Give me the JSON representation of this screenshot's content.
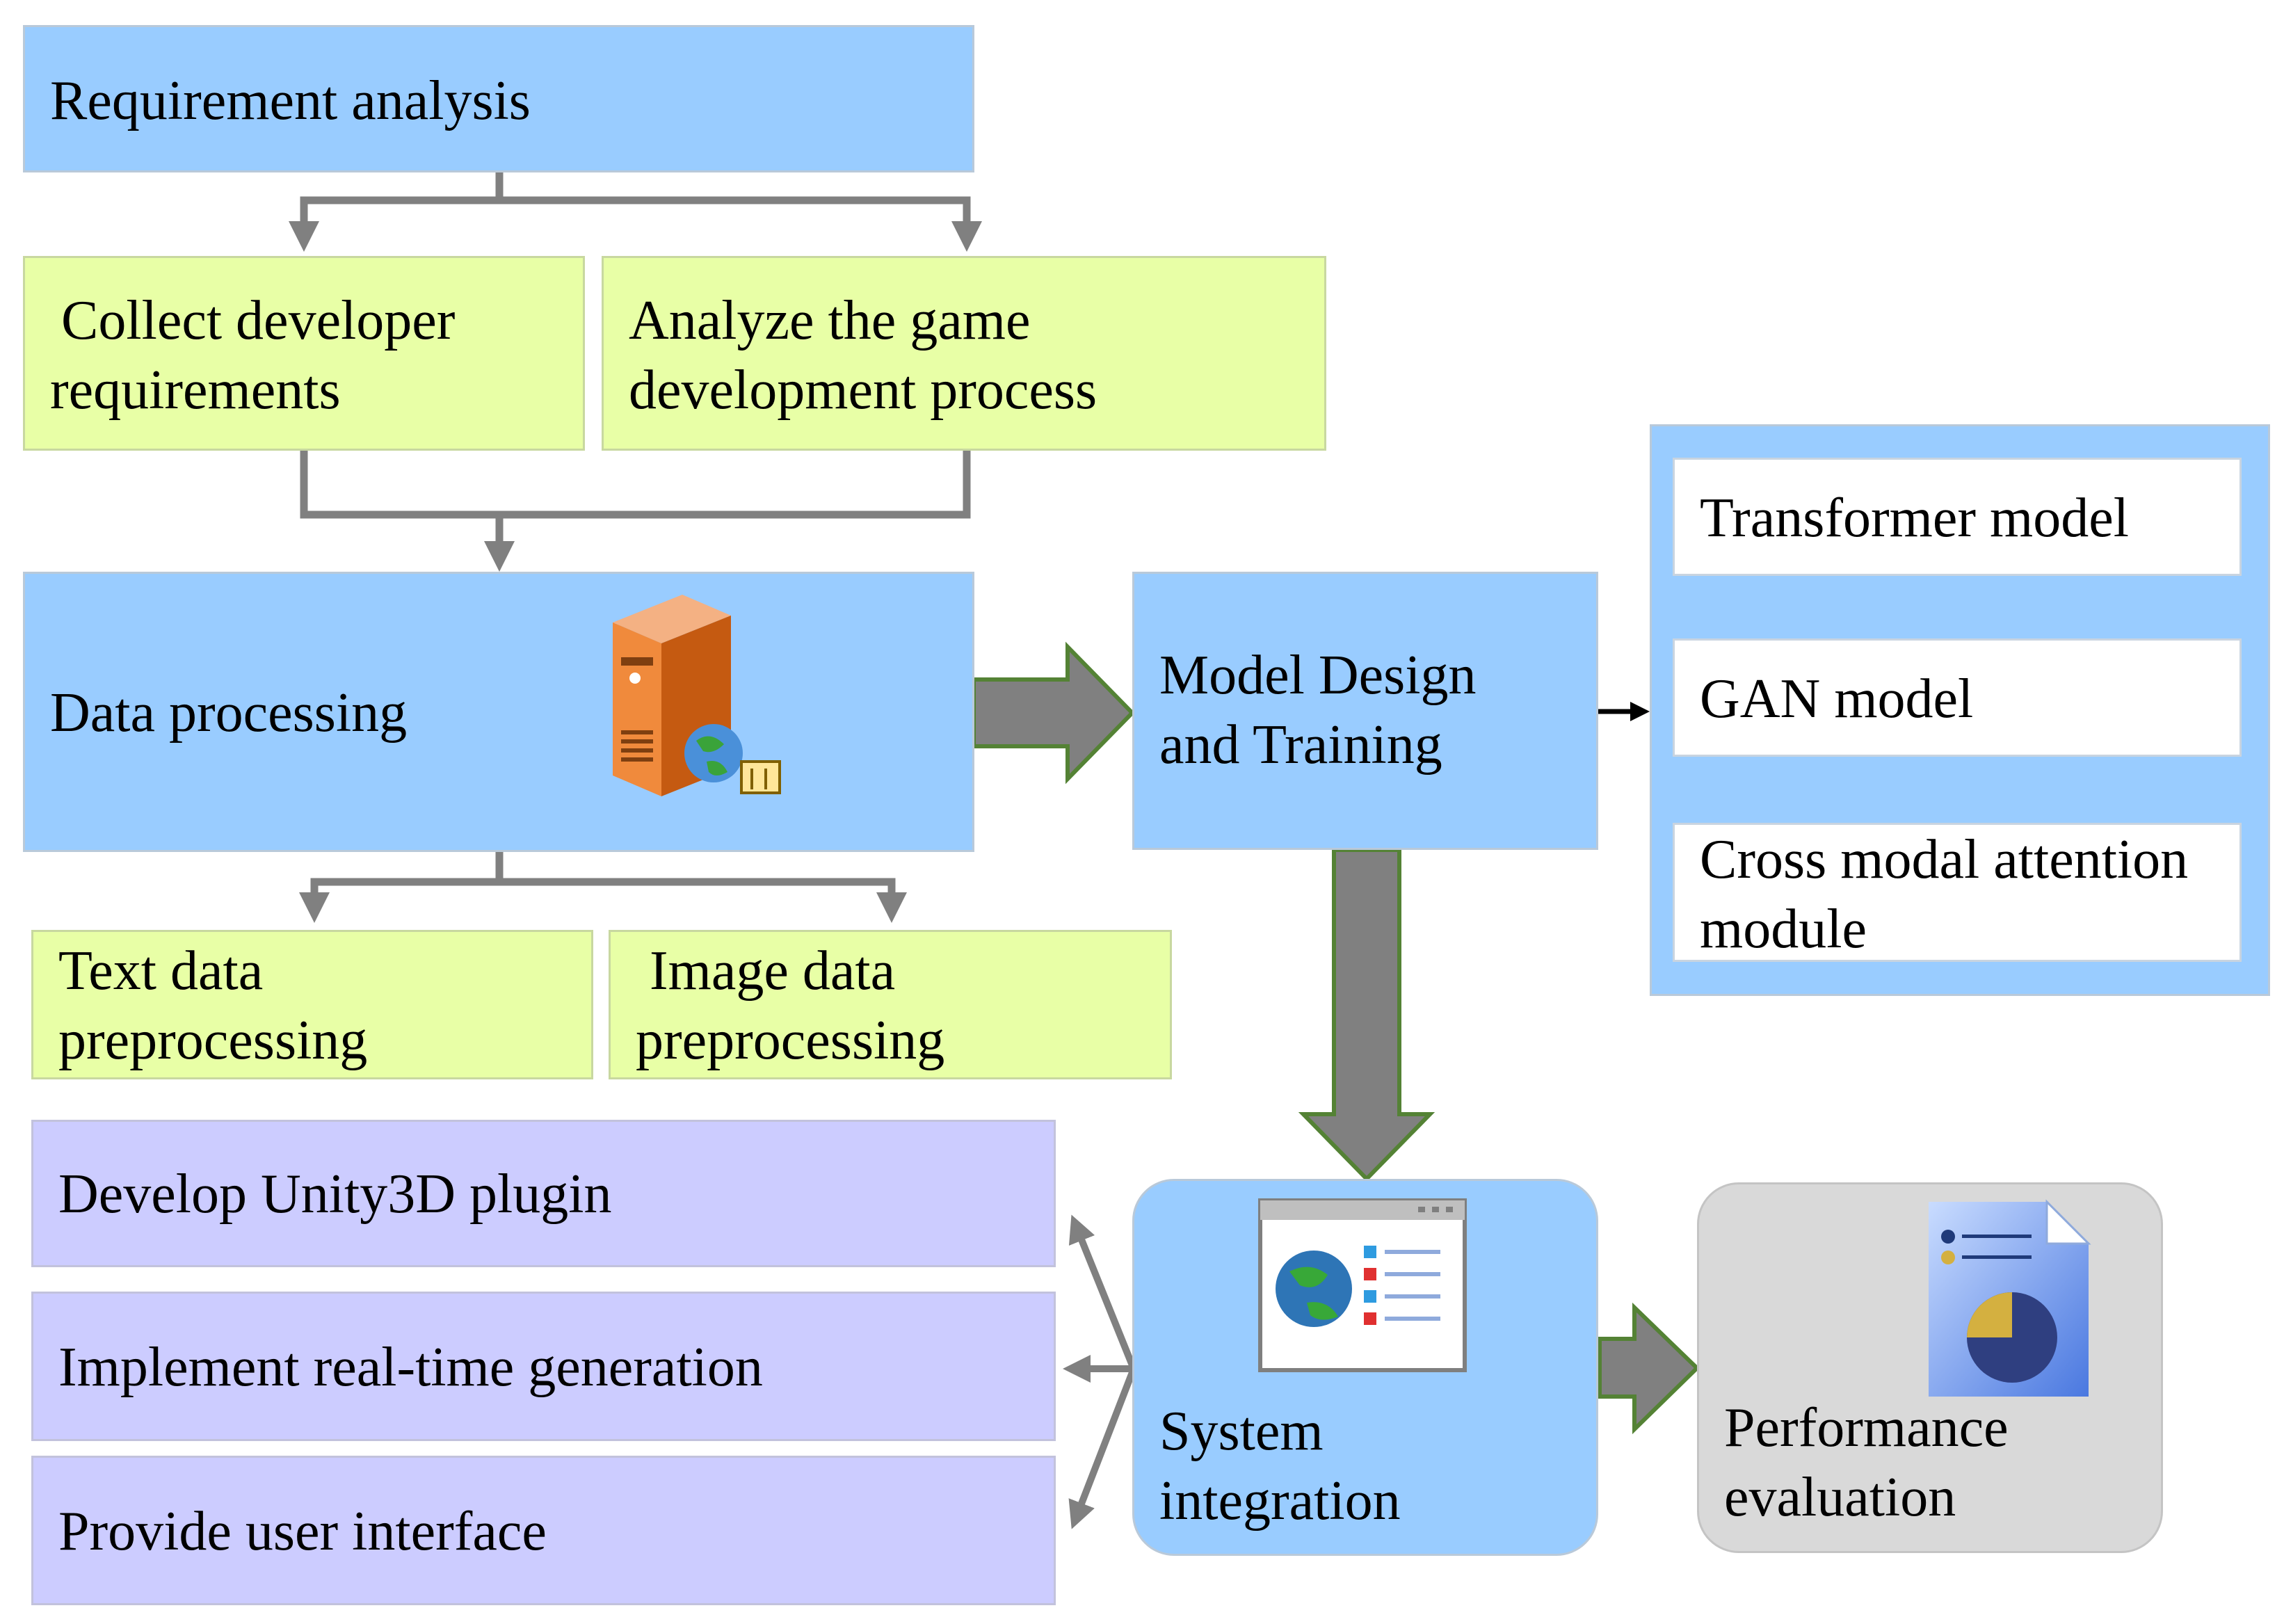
{
  "nodes": {
    "requirement": "Requirement analysis",
    "collect_line1": "Collect developer",
    "collect_line2": "requirements",
    "analyze_line1": "Analyze the game",
    "analyze_line2": "development process",
    "data_processing": "Data processing",
    "model_line1": "Model Design",
    "model_line2": "and Training",
    "transformer": "Transformer model",
    "gan": "GAN model",
    "cross_line1": "Cross modal attention",
    "cross_line2": "module",
    "text_line1": "Text data",
    "text_line2": "preprocessing",
    "image_line1": "Image data",
    "image_line2": "preprocessing",
    "unity": "Develop Unity3D plugin",
    "realtime": "Implement real-time generation",
    "ui": "Provide user interface",
    "system_line1": "System",
    "system_line2": "integration",
    "perf_line1": "Performance",
    "perf_line2": "evaluation"
  },
  "icons": {
    "data_processing": "server-globe-icon",
    "system_integration": "browser-window-globe-icon",
    "performance_evaluation": "report-pie-chart-icon"
  },
  "colors": {
    "blue_box": "#99ccff",
    "green_box": "#e8ffa6",
    "violet_box": "#ccccff",
    "white_box": "#ffffff",
    "gray_box": "#d9d9d9",
    "connector": "#808080",
    "big_arrow_fill": "#808080",
    "big_arrow_outline": "#548235"
  }
}
